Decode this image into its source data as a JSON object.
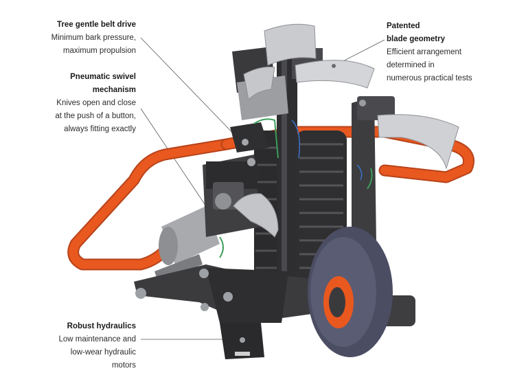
{
  "callouts": {
    "belt_drive": {
      "title": "Tree gentle belt drive",
      "lines": [
        "Minimum bark pressure,",
        "maximum propulsion"
      ]
    },
    "swivel": {
      "title_lines": [
        "Pneumatic swivel",
        "mechanism"
      ],
      "lines": [
        "Knives open and close",
        "at the push of a button,",
        "always fitting exactly"
      ]
    },
    "blade": {
      "title_lines": [
        "Patented",
        "blade geometry"
      ],
      "lines": [
        "Efficient arrangement",
        "determined in",
        "numerous practical tests"
      ]
    },
    "hydraulics": {
      "title": "Robust hydraulics",
      "lines": [
        "Low maintenance and",
        "low-wear hydraulic",
        "motors"
      ]
    }
  },
  "colors": {
    "frame_orange": "#e8581f",
    "body_dark": "#3a3a3c",
    "body_mid": "#5a5a5e",
    "blade_grey": "#c9cbcf",
    "wheel": "#4b4d63",
    "hub": "#e8581f"
  }
}
